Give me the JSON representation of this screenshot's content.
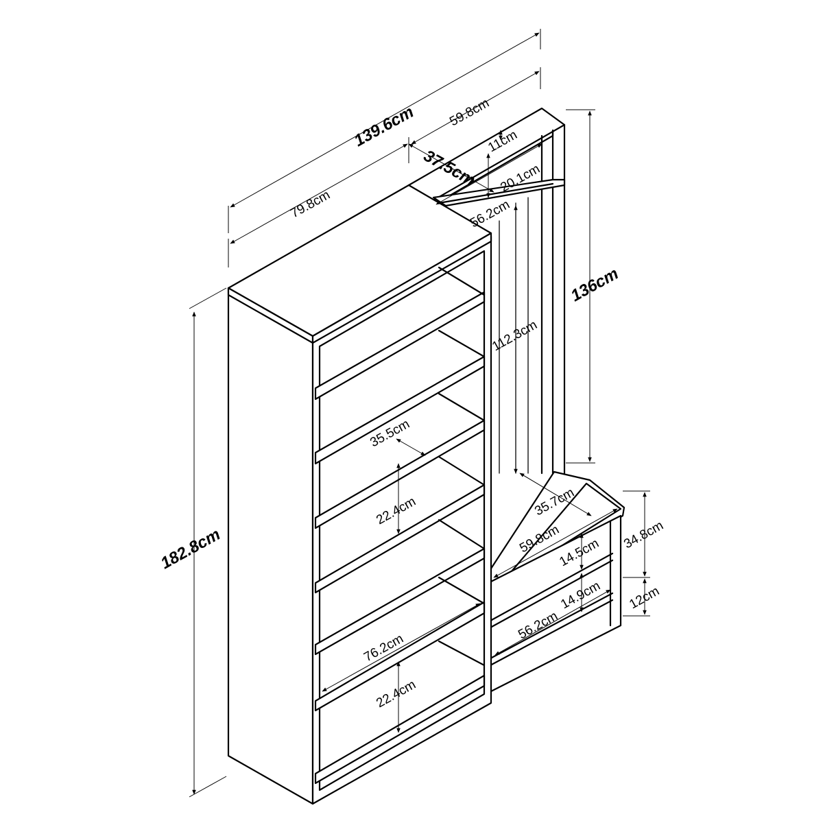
{
  "labels": {
    "total_width": "139.6cm",
    "bookcase_width": "79.8cm",
    "hall_width_top": "59.8cm",
    "depth": "37.5cm",
    "top_gap": "11cm",
    "top_shelf_gap": "20.1cm",
    "top_inner_width": "56.2cm",
    "hall_height": "136cm",
    "hanging_height": "112.3cm",
    "total_height": "182.8cm",
    "shelf_depth": "35.5cm",
    "shelf_gap_upper": "22.4cm",
    "shelf_width": "76.2cm",
    "shelf_gap_lower": "22.4cm",
    "bench_depth": "35.7cm",
    "bench_width": "59.8cm",
    "bench_height": "34.8cm",
    "bench_shelf_gap_1": "14.5cm",
    "bench_shelf_gap_2": "14.9cm",
    "bench_inner_width": "56.2cm",
    "bench_base": "12cm"
  }
}
